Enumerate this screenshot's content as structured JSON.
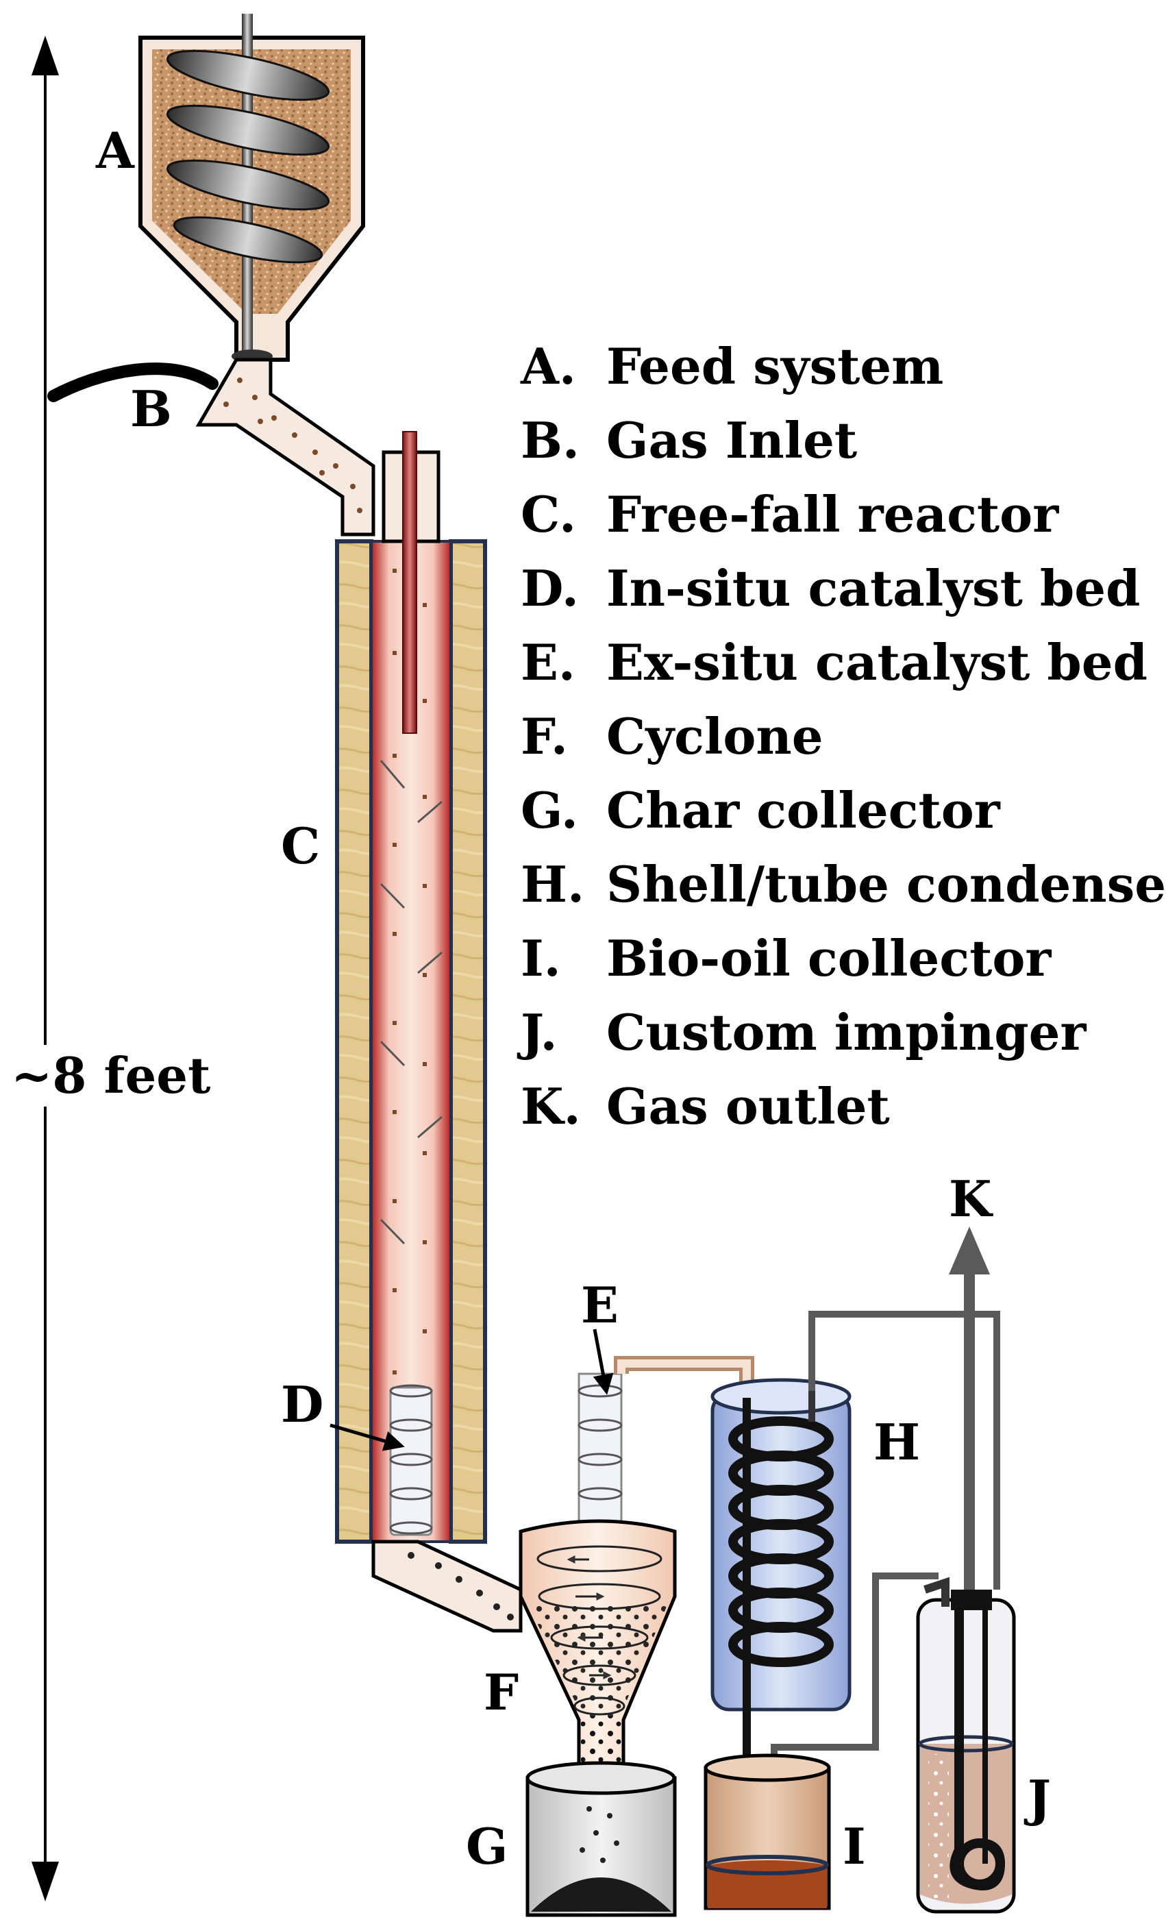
{
  "legend": [
    {
      "letter": "A.",
      "text": "Feed system"
    },
    {
      "letter": "B.",
      "text": "Gas Inlet"
    },
    {
      "letter": "C.",
      "text": "Free-fall reactor"
    },
    {
      "letter": "D.",
      "text": "In-situ catalyst bed"
    },
    {
      "letter": "E.",
      "text": "Ex-situ catalyst bed"
    },
    {
      "letter": "F.",
      "text": "Cyclone"
    },
    {
      "letter": "G.",
      "text": "Char collector"
    },
    {
      "letter": "H.",
      "text": "Shell/tube condenser"
    },
    {
      "letter": "I.",
      "text": "Bio-oil collector"
    },
    {
      "letter": "J.",
      "text": "Custom impinger"
    },
    {
      "letter": "K.",
      "text": "Gas outlet"
    }
  ],
  "part_labels": {
    "A": "A",
    "B": "B",
    "C": "C",
    "D": "D",
    "E": "E",
    "F": "F",
    "G": "G",
    "H": "H",
    "I": "I",
    "J": "J",
    "K": "K"
  },
  "height_label": "~8 feet",
  "colors": {
    "feed_brown": "#c8956a",
    "reactor_red": "#c0392b",
    "reactor_core": "#f7ddd2",
    "insulation": "#e2c98e",
    "frame_blue": "#23314f",
    "condenser_blue": "#b9c7ea",
    "bio_oil": "#a6461c",
    "tube_gray": "#5a5a5a",
    "char_black": "#1a1a1a"
  },
  "icons": {
    "auger": "screw-auger-icon",
    "coil": "condenser-coil-icon",
    "arrow": "flow-arrow-icon"
  }
}
